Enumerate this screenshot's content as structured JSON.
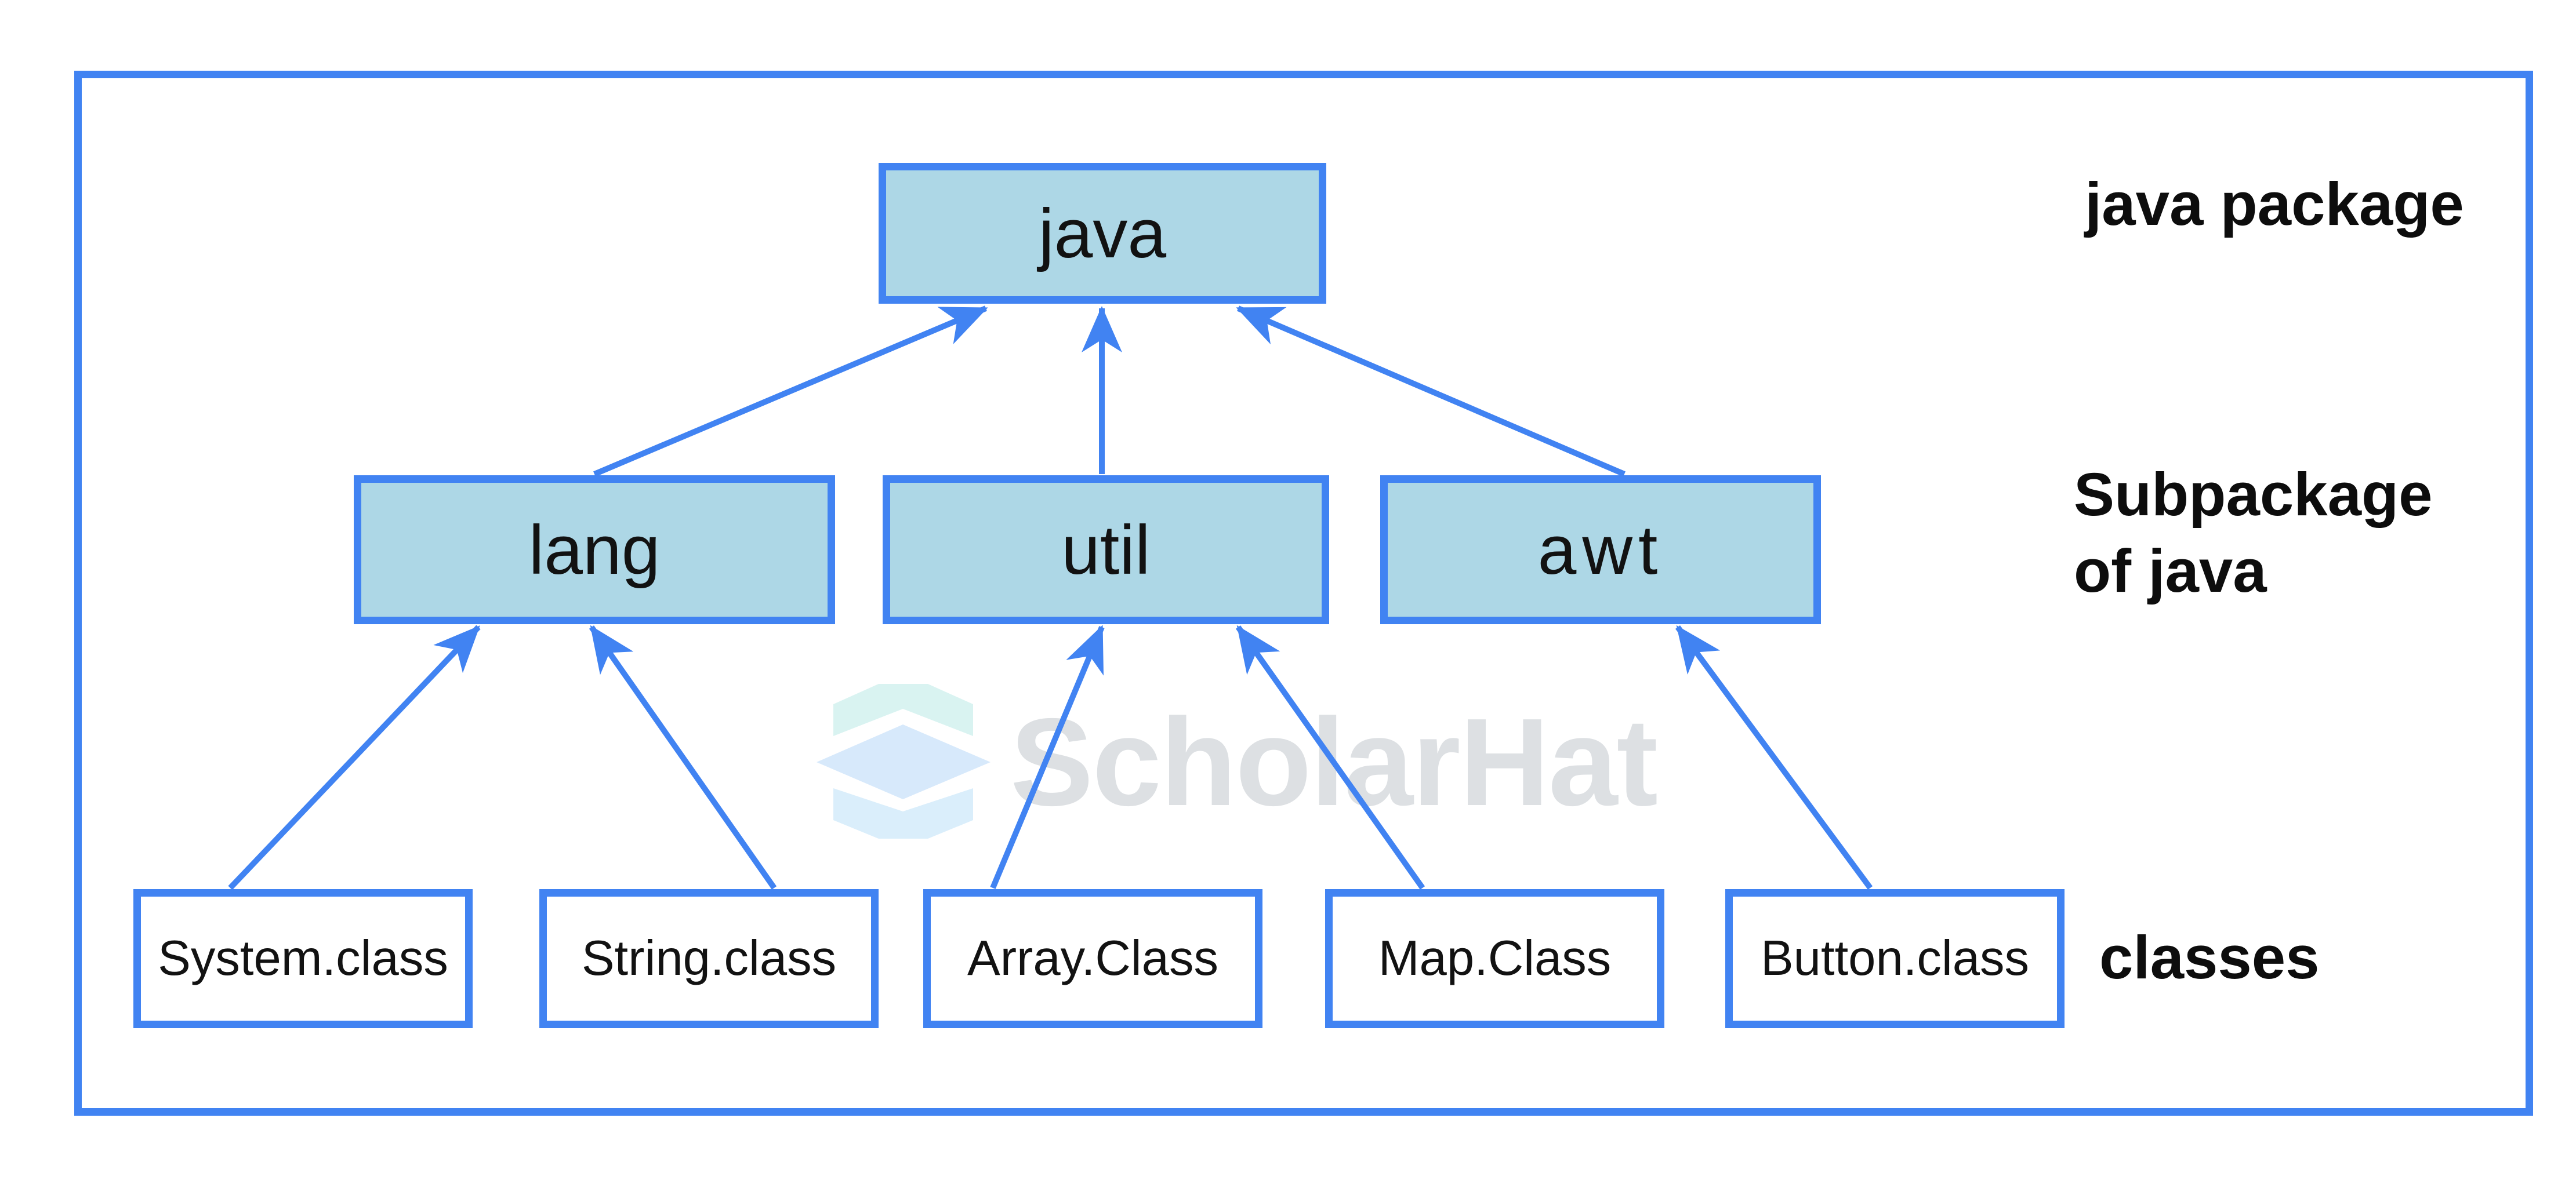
{
  "colors": {
    "accent_blue": "#4183f2",
    "package_box_fill": "#add7e6",
    "class_box_fill": "#ffffff",
    "watermark_gray": "#dde0e3",
    "text_black": "#0d0d0d"
  },
  "hierarchy": {
    "root": {
      "label": "java"
    },
    "subpackages": [
      {
        "label": "lang"
      },
      {
        "label": "util"
      },
      {
        "label": "awt"
      }
    ],
    "classes": [
      {
        "label": "System.class"
      },
      {
        "label": "String.class"
      },
      {
        "label": "Array.Class"
      },
      {
        "label": "Map.Class"
      },
      {
        "label": "Button.class"
      }
    ]
  },
  "annotations": {
    "root_level_label": "java package",
    "subpackage_level_label_line1": "Subpackage",
    "subpackage_level_label_line2": "of java",
    "class_level_label": "classes"
  },
  "watermark": {
    "text": "ScholarHat",
    "logo_icon": "scholarhat-stacked-diamond"
  }
}
